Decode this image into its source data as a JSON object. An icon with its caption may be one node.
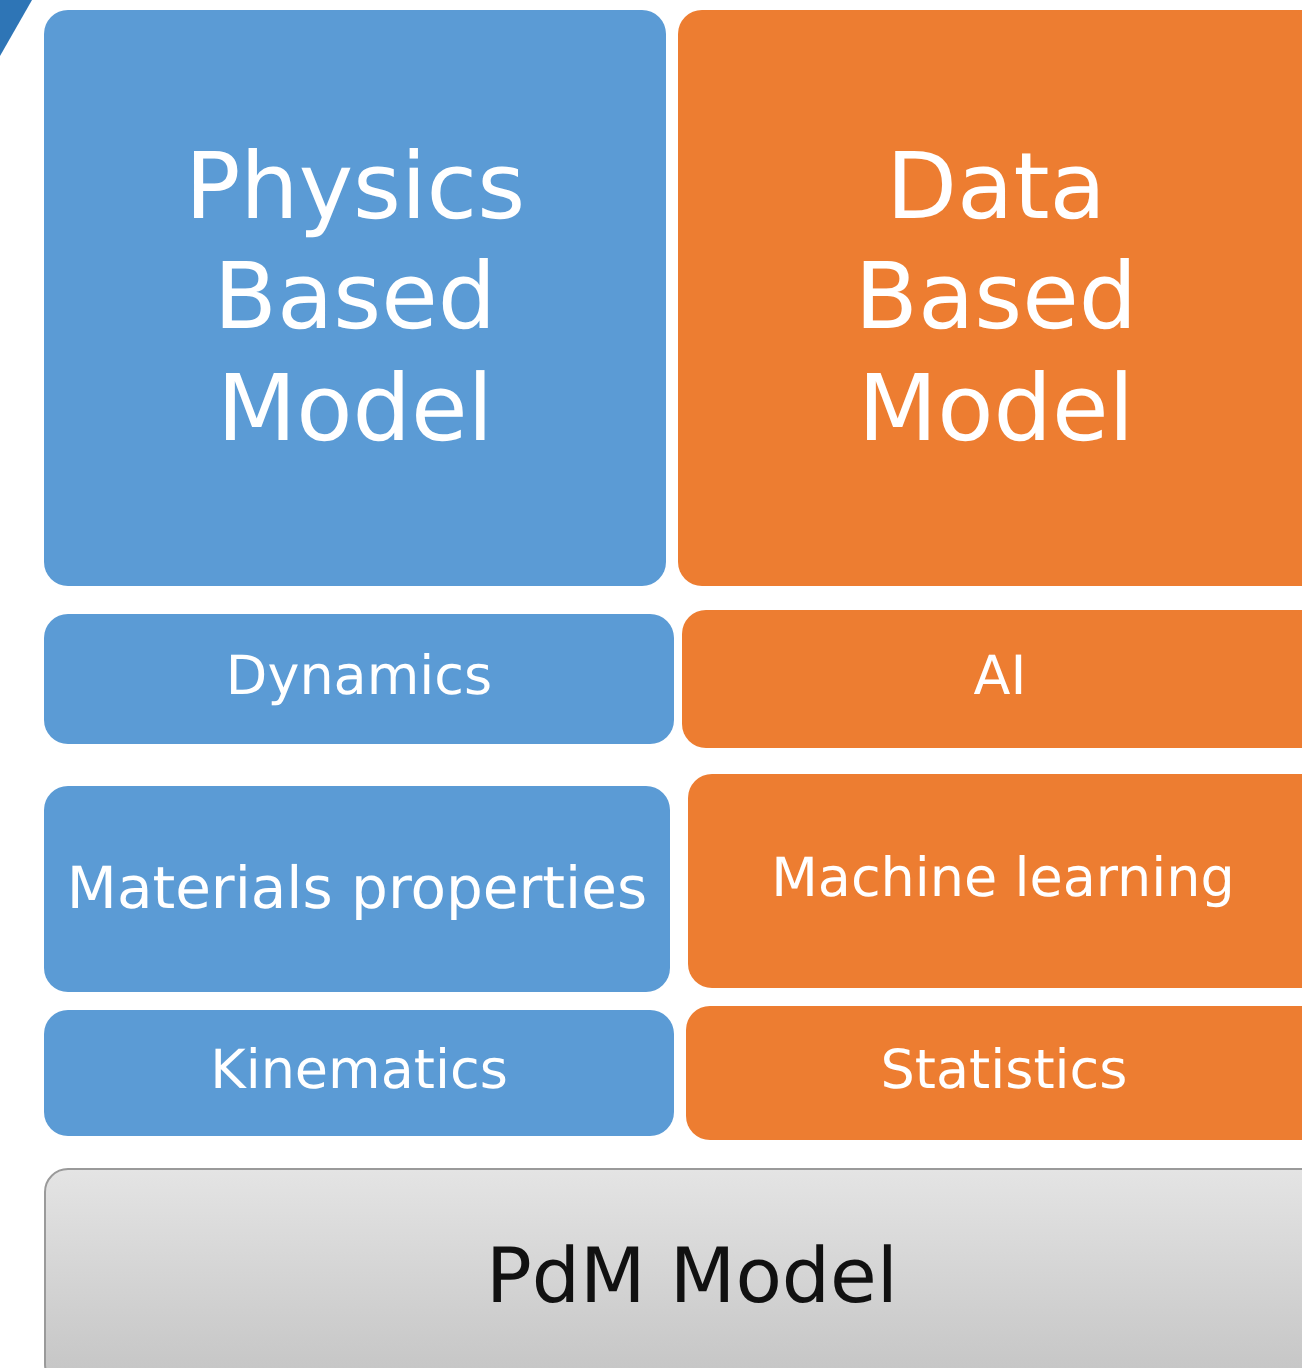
{
  "diagram": {
    "nodes": [
      {
        "text": [
          "Physics Based Model"
        ]
      },
      {
        "text": [
          "Data Based Model"
        ]
      },
      {
        "text": [
          "Dynamics"
        ]
      },
      {
        "text": [
          "AI"
        ]
      },
      {
        "text": [
          "Materials properties"
        ]
      },
      {
        "text": [
          "Machine learning"
        ]
      },
      {
        "text": [
          "Kinematics"
        ]
      },
      {
        "text": [
          "Statistics"
        ]
      },
      {
        "text": [
          "PdM Model"
        ]
      }
    ]
  }
}
